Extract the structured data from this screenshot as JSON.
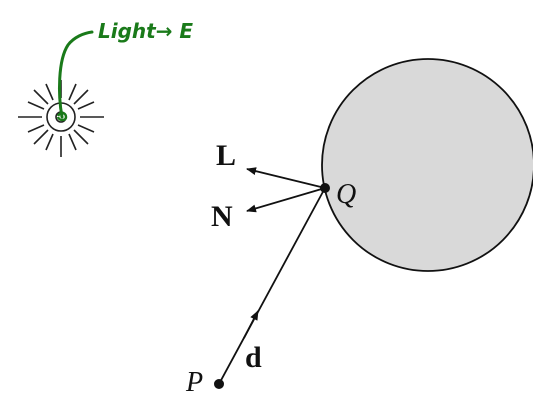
{
  "annotation": {
    "text": "Light→ E",
    "color": "#1a7a1a"
  },
  "labels": {
    "L": "L",
    "N": "N",
    "Q": "Q",
    "P": "P",
    "d": "d"
  },
  "colors": {
    "sphere_fill": "#d9d9d9",
    "stroke": "#111111"
  },
  "icons": {
    "light": "sun-light-icon"
  }
}
